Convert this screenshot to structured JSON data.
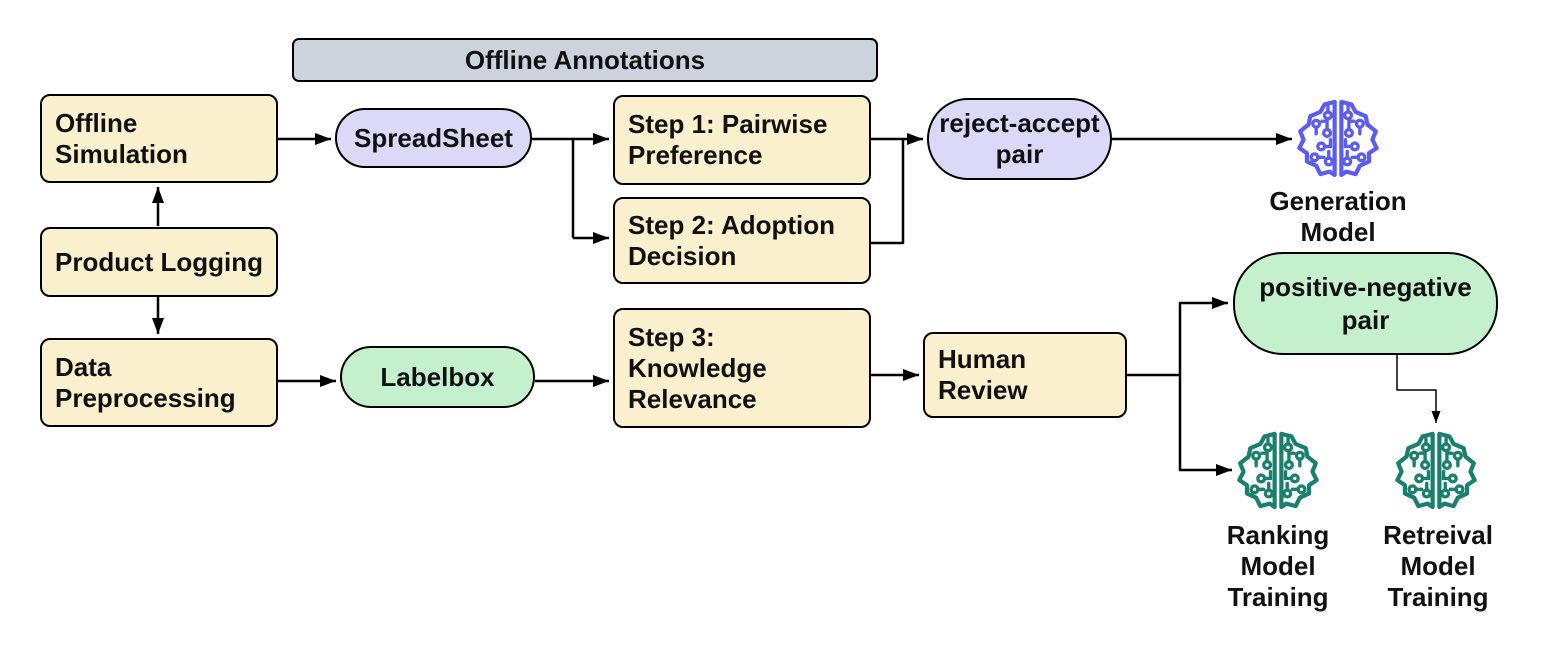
{
  "colors": {
    "tan": "#FBF0CE",
    "gray": "#CDD3DC",
    "lavender": "#DBD8F8",
    "green": "#C4F0CE",
    "purple_brain": "#5B5CF0",
    "teal_brain": "#1B7F6D",
    "line": "#000000"
  },
  "header": {
    "label": "Offline Annotations"
  },
  "nodes": {
    "offline_simulation": {
      "lines": [
        "Offline",
        "Simulation"
      ]
    },
    "product_logging": {
      "lines": [
        "Product Logging"
      ]
    },
    "data_preprocessing": {
      "lines": [
        "Data",
        "Preprocessing"
      ]
    },
    "spreadsheet": {
      "lines": [
        "SpreadSheet"
      ]
    },
    "labelbox": {
      "lines": [
        "Labelbox"
      ]
    },
    "step1": {
      "lines": [
        "Step 1: Pairwise",
        "Preference"
      ]
    },
    "step2": {
      "lines": [
        "Step 2: Adoption",
        "Decision"
      ]
    },
    "step3": {
      "lines": [
        "Step 3:",
        "Knowledge",
        "Relevance"
      ]
    },
    "human_review": {
      "lines": [
        "Human",
        "Review"
      ]
    },
    "reject_accept": {
      "lines": [
        "reject-accept",
        "pair"
      ]
    },
    "positive_negative": {
      "lines": [
        "positive-negative",
        "pair"
      ]
    },
    "generation_model": {
      "icon": "brain-circuit-icon",
      "lines": [
        "Generation",
        "Model"
      ]
    },
    "ranking_model": {
      "icon": "brain-circuit-icon",
      "lines": [
        "Ranking",
        "Model",
        "Training"
      ]
    },
    "retrieval_model": {
      "icon": "brain-circuit-icon",
      "lines": [
        "Retreival",
        "Model",
        "Training"
      ]
    }
  }
}
